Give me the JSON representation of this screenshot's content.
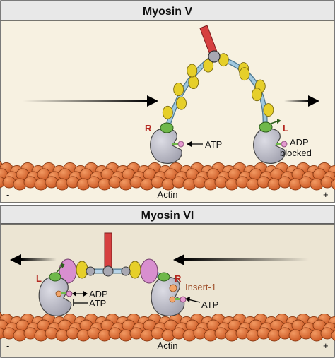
{
  "panels": {
    "top": {
      "title": "Myosin V",
      "axis_label": "Actin",
      "minus": "-",
      "plus": "+"
    },
    "bottom": {
      "title": "Myosin VI",
      "axis_label": "Actin",
      "minus": "-",
      "plus": "+"
    }
  },
  "labels": {
    "top": {
      "head_R": "R",
      "head_L": "L",
      "atp": "ATP",
      "adp": "ADP",
      "blocked": "blocked"
    },
    "bottom": {
      "head_L": "L",
      "head_R": "R",
      "adp": "ADP",
      "atp_left": "ATP",
      "insert": "Insert-1",
      "atp_right": "ATP"
    }
  },
  "colors": {
    "actin": "#e0703a",
    "actin_stroke": "#8a3a14",
    "head": "#b9b9c4",
    "lever": "#9fc8e0",
    "calmodulin": "#e6cf2a",
    "green": "#6fb84a",
    "pink": "#e08ac8",
    "tail": "#d64040",
    "head_label_red": "#b3261e",
    "insert_label": "#a0522d",
    "panel_bg_top": "#f7f1e1",
    "panel_bg_bottom": "#ece5d3"
  }
}
